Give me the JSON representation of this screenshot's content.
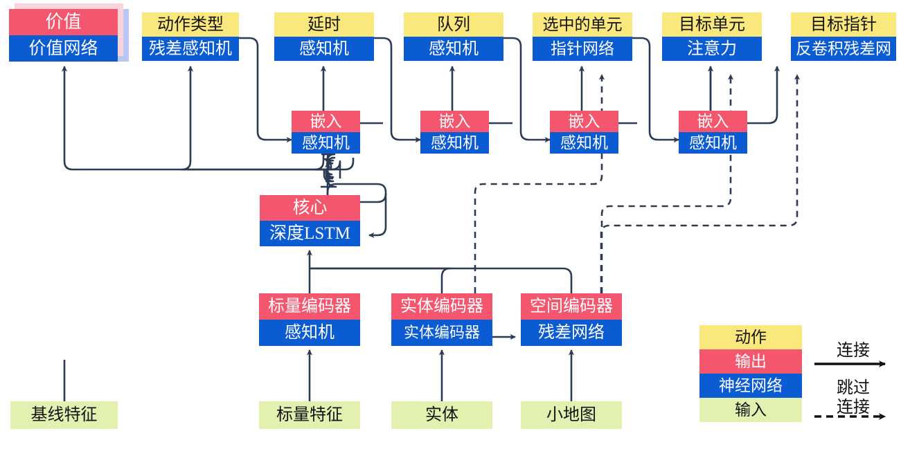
{
  "diagram": {
    "title": "AlphaStar-style agent architecture",
    "colors": {
      "action": "#FAE87C",
      "output": "#F4566E",
      "network": "#0B5BD3",
      "input": "#E2F0B0",
      "wire": "#2B3A55",
      "legend_arrow": "#111111"
    }
  },
  "nodes": {
    "value": {
      "top": "价值",
      "bottom": "价值网络"
    },
    "action_type": {
      "top": "动作类型",
      "bottom": "残差感知机"
    },
    "delay": {
      "top": "延时",
      "bottom": "感知机"
    },
    "queue": {
      "top": "队列",
      "bottom": "感知机"
    },
    "selected": {
      "top": "选中的单元",
      "bottom": "指针网络"
    },
    "target_unit": {
      "top": "目标单元",
      "bottom": "注意力"
    },
    "target_point": {
      "top": "目标指针",
      "bottom": "反卷积残差网"
    },
    "embed1": {
      "top": "嵌入",
      "bottom": "感知机"
    },
    "embed2": {
      "top": "嵌入",
      "bottom": "感知机"
    },
    "embed3": {
      "top": "嵌入",
      "bottom": "感知机"
    },
    "embed4": {
      "top": "嵌入",
      "bottom": "感知机"
    },
    "core": {
      "top": "核心",
      "bottom": "深度LSTM"
    },
    "scalar_enc": {
      "top": "标量编码器",
      "bottom": "感知机"
    },
    "entity_enc": {
      "top": "实体编码器",
      "bottom": "实体编码器"
    },
    "spatial_enc": {
      "top": "空间编码器",
      "bottom": "残差网络"
    }
  },
  "inputs": {
    "baseline": "基线特征",
    "scalar": "标量特征",
    "entity": "实体",
    "minimap": "小地图"
  },
  "legend": {
    "bands": [
      {
        "label": "动作",
        "kind": "action"
      },
      {
        "label": "输出",
        "kind": "output"
      },
      {
        "label": "神经网络",
        "kind": "network"
      },
      {
        "label": "输入",
        "kind": "input"
      }
    ],
    "connection_label": "连接",
    "skip_label_line1": "跳过",
    "skip_label_line2": "连接"
  }
}
